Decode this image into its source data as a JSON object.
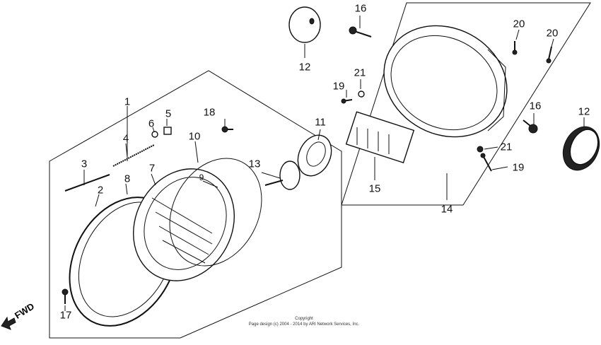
{
  "callouts": {
    "c1": "1",
    "c2": "2",
    "c3": "3",
    "c4": "4",
    "c5": "5",
    "c6": "6",
    "c7": "7",
    "c8": "8",
    "c9": "9",
    "c10": "10",
    "c11": "11",
    "c12a": "12",
    "c12b": "12",
    "c13": "13",
    "c14": "14",
    "c15": "15",
    "c16a": "16",
    "c16b": "16",
    "c17": "17",
    "c18": "18",
    "c19a": "19",
    "c19b": "19",
    "c20a": "20",
    "c20b": "20",
    "c21a": "21",
    "c21b": "21"
  },
  "direction_label": "FWD",
  "copyright": {
    "line1": "Copyright",
    "line2": "Page design (c) 2004 - 2014 by ARI Network Services, Inc."
  }
}
